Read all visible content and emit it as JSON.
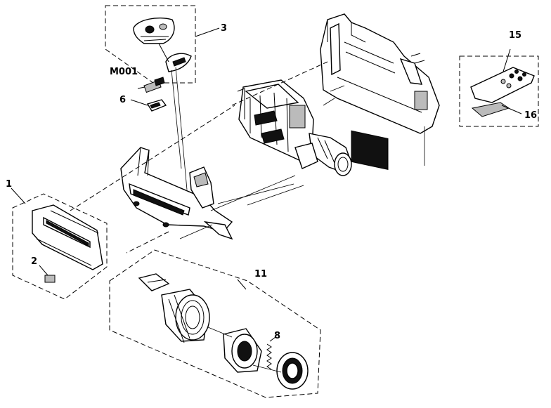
{
  "callouts": {
    "c1": "1",
    "c2": "2",
    "c3": "3",
    "c6": "6",
    "c8": "8",
    "c11": "11",
    "c15": "15",
    "c16": "16",
    "cm001": "M001"
  }
}
